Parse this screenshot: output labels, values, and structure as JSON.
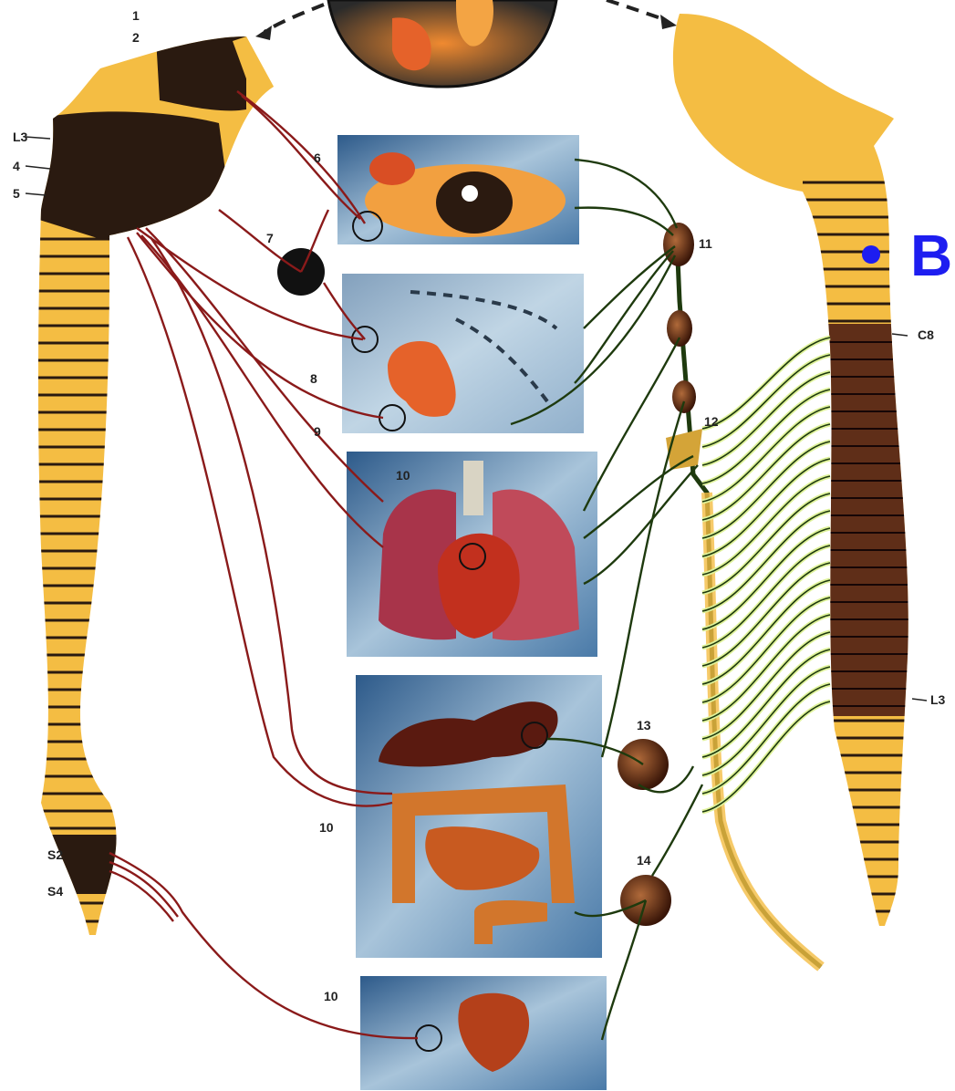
{
  "colors": {
    "parasympathetic": "#8a1a1a",
    "sympathetic": "#1e3a0e",
    "sympathetic_glow": "#dff29a",
    "segment_light": "#f4bd43",
    "segment_dark": "#2a1a10",
    "highlight": "#1d1df0"
  },
  "labels": {
    "l1": "1",
    "l2": "2",
    "l3": "L3",
    "l4": "4",
    "l5": "5",
    "l6": "6",
    "l7": "7",
    "l8": "8",
    "l9": "9",
    "l10a": "10",
    "l10b": "10",
    "l10c": "10",
    "l11": "11",
    "l12": "12",
    "l13": "13",
    "l14": "14",
    "s2": "S2",
    "s4": "S4",
    "c8": "C8"
  },
  "marker": {
    "text": "B",
    "color": "#1d1df0"
  },
  "organs": [
    "eye",
    "salivary-gland",
    "lungs-heart",
    "digestive-tract",
    "bladder"
  ]
}
